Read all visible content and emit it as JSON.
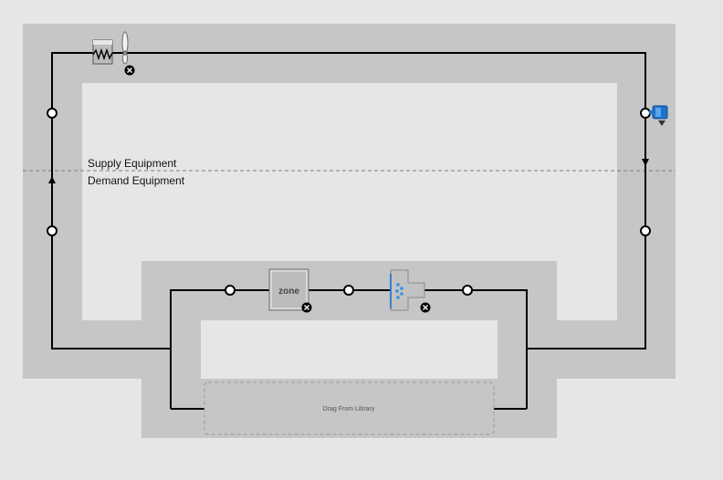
{
  "diagram": {
    "labels": {
      "supply": "Supply Equipment",
      "demand": "Demand Equipment",
      "drop_zone": "Drag From Library"
    },
    "zone": {
      "text": "zone"
    },
    "icons": {
      "supply_components": [
        "heating-coil-icon",
        "fan-icon"
      ],
      "setpoint_manager": "setpoint-manager-icon",
      "terminal": "diffuser-terminal-icon",
      "remove": "remove-icon"
    },
    "colors": {
      "background": "#e6e6e6",
      "loop_band": "#c6c6c6",
      "inner": "#e6e6e6",
      "line": "#000000",
      "divider": "#808080",
      "accent_blue": "#1e73c8"
    }
  }
}
